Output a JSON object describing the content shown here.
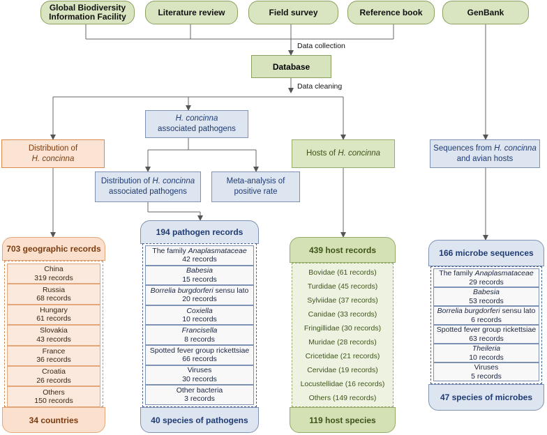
{
  "sources": [
    "Global Biodiversity Information Facility",
    "Literature review",
    "Field survey",
    "Reference book",
    "GenBank"
  ],
  "labels": {
    "data_collection": "Data collection",
    "database": "Database",
    "data_cleaning": "Data cleaning"
  },
  "boxes": {
    "distribution_pre": "Distribution of",
    "distribution_species": "H. concinna",
    "pathogens_species": "H. concinna",
    "pathogens_post": "associated pathogens",
    "dist_path_pre": "Distribution of",
    "dist_path_species": "H. concinna",
    "dist_path_post": "associated pathogens",
    "meta_line1": "Meta-analysis of",
    "meta_line2": "positive rate",
    "hosts_pre": "Hosts of",
    "hosts_species": "H. concinna",
    "seq_pre": "Sequences from",
    "seq_species": "H. concinna",
    "seq_post": "and avian hosts"
  },
  "geo": {
    "head": "703 geographic records",
    "foot": "34 countries",
    "items": [
      {
        "name": "China",
        "count": "319 records"
      },
      {
        "name": "Russia",
        "count": "68 records"
      },
      {
        "name": "Hungary",
        "count": "61 records"
      },
      {
        "name": "Slovakia",
        "count": "43 records"
      },
      {
        "name": "France",
        "count": "36 records"
      },
      {
        "name": "Croatia",
        "count": "26 records"
      },
      {
        "name": "Others",
        "count": "150 records"
      }
    ]
  },
  "pathogens": {
    "head": "194 pathogen records",
    "foot": "40 species of pathogens",
    "items": [
      {
        "pre": "The family ",
        "it": "Anaplasmataceae",
        "post": "",
        "count": "42 records"
      },
      {
        "pre": "",
        "it": "Babesia",
        "post": "",
        "count": "15 records"
      },
      {
        "pre": "",
        "it": "Borrelia burgdorferi",
        "post": " sensu lato",
        "count": "20 records"
      },
      {
        "pre": "",
        "it": "Coxiella",
        "post": "",
        "count": "10 records"
      },
      {
        "pre": "",
        "it": "Francisella",
        "post": "",
        "count": "8 records"
      },
      {
        "pre": "Spotted fever group rickettsiae",
        "it": "",
        "post": "",
        "count": "66 records"
      },
      {
        "pre": "Viruses",
        "it": "",
        "post": "",
        "count": "30 records"
      },
      {
        "pre": "Other bacteria",
        "it": "",
        "post": "",
        "count": "3 records"
      }
    ]
  },
  "hosts": {
    "head": "439 host records",
    "foot": "119 host species",
    "items": [
      "Bovidae (61 records)",
      "Turdidae (45 records)",
      "Sylviidae (37 records)",
      "Canidae (33 records)",
      "Fringillidae (30 records)",
      "Muridae (28 records)",
      "Cricetidae (21 records)",
      "Cervidae (19 records)",
      "Locustellidae (16 records)",
      "Others (149 records)"
    ]
  },
  "microbes": {
    "head": "166 microbe sequences",
    "foot": "47 species of microbes",
    "items": [
      {
        "pre": "The family ",
        "it": "Anaplasmataceae",
        "post": "",
        "count": "29 records"
      },
      {
        "pre": "",
        "it": "Babesia",
        "post": "",
        "count": "53 records"
      },
      {
        "pre": "",
        "it": "Borrelia burgdorferi",
        "post": " sensu lato",
        "count": "6 records"
      },
      {
        "pre": "Spotted fever group rickettsiae",
        "it": "",
        "post": "",
        "count": "63 records"
      },
      {
        "pre": "",
        "it": "Theileria",
        "post": "",
        "count": "10 records"
      },
      {
        "pre": "Viruses",
        "it": "",
        "post": "",
        "count": "5 records"
      }
    ]
  }
}
